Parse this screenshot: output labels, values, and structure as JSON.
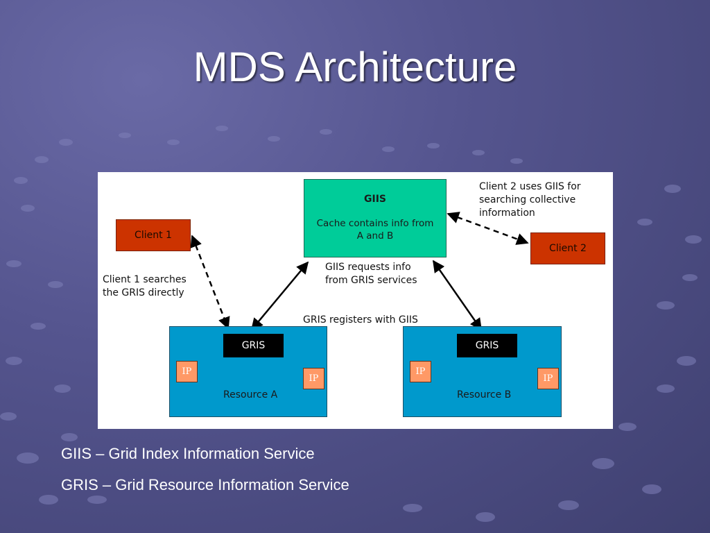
{
  "slide": {
    "title": "MDS Architecture",
    "legend": [
      "GIIS – Grid Index Information Service",
      "GRIS – Grid Resource Information Service"
    ]
  },
  "diagram": {
    "giis": {
      "label": "GIIS",
      "description": "Cache contains info from\nA and B"
    },
    "client1": "Client 1",
    "client2": "Client 2",
    "notes": {
      "client2": "Client 2 uses GIIS for\nsearching collective\ninformation",
      "client1": "Client 1 searches\nthe GRIS directly",
      "giis_requests": "GIIS requests info\nfrom GRIS services",
      "gris_registers": "GRIS registers with GIIS"
    },
    "resources": [
      {
        "label": "Resource A",
        "gris": "GRIS",
        "ip_left": "IP",
        "ip_right": "IP"
      },
      {
        "label": "Resource B",
        "gris": "GRIS",
        "ip_left": "IP",
        "ip_right": "IP"
      }
    ]
  },
  "colors": {
    "giis": "#00cc99",
    "client": "#cc3300",
    "resource": "#0099cc",
    "gris": "#000000",
    "ip": "#ff9966",
    "background": "#55558f"
  }
}
